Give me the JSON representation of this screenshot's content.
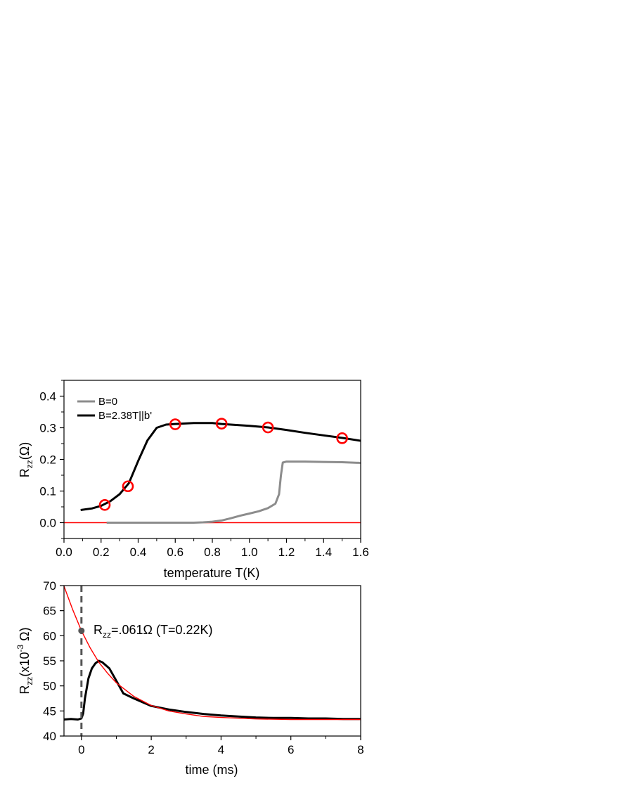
{
  "chart_data": [
    {
      "type": "line",
      "xlabel": "temperature T(K)",
      "ylabel": "R",
      "ylabel_sub": "zz",
      "ylabel_unit": "(Ω)",
      "xlim": [
        0.0,
        1.6
      ],
      "ylim": [
        -0.05,
        0.45
      ],
      "xticks": [
        "0.0",
        "0.2",
        "0.4",
        "0.6",
        "0.8",
        "1.0",
        "1.2",
        "1.4",
        "1.6"
      ],
      "yticks": [
        "0.0",
        "0.1",
        "0.2",
        "0.3",
        "0.4"
      ],
      "grid": false,
      "legend_position": "top-left",
      "colors": {
        "zero_field": "#8c8c8c",
        "high_field": "#000000",
        "baseline": "#ff0000",
        "markers": "#ff0000"
      },
      "series": [
        {
          "name": "B=0",
          "x": [
            0.23,
            0.3,
            0.4,
            0.5,
            0.6,
            0.7,
            0.75,
            0.8,
            0.85,
            0.9,
            0.95,
            1.0,
            1.05,
            1.1,
            1.14,
            1.16,
            1.17,
            1.18,
            1.2,
            1.25,
            1.3,
            1.4,
            1.5,
            1.6
          ],
          "y": [
            0.0,
            0.0,
            0.0,
            0.0,
            0.0,
            0.0,
            0.001,
            0.003,
            0.007,
            0.014,
            0.022,
            0.029,
            0.036,
            0.046,
            0.06,
            0.09,
            0.15,
            0.19,
            0.193,
            0.193,
            0.193,
            0.192,
            0.191,
            0.189
          ]
        },
        {
          "name": "B=2.38T||b'",
          "x": [
            0.09,
            0.15,
            0.2,
            0.25,
            0.3,
            0.35,
            0.4,
            0.45,
            0.5,
            0.55,
            0.6,
            0.7,
            0.8,
            0.85,
            0.9,
            1.0,
            1.1,
            1.2,
            1.3,
            1.4,
            1.5,
            1.6
          ],
          "y": [
            0.04,
            0.045,
            0.053,
            0.068,
            0.09,
            0.125,
            0.195,
            0.26,
            0.3,
            0.31,
            0.312,
            0.315,
            0.315,
            0.312,
            0.31,
            0.306,
            0.301,
            0.293,
            0.284,
            0.276,
            0.268,
            0.259
          ]
        }
      ],
      "markers": {
        "x": [
          0.22,
          0.345,
          0.6,
          0.85,
          1.1,
          1.5
        ],
        "y": [
          0.056,
          0.115,
          0.311,
          0.313,
          0.301,
          0.267
        ]
      },
      "baseline_y": 0.0
    },
    {
      "type": "line",
      "xlabel": "time (ms)",
      "ylabel": "R",
      "ylabel_sub": "zz",
      "ylabel_unit_pre": "(x10",
      "ylabel_exp": "-3",
      "ylabel_unit_post": " Ω)",
      "xlim": [
        -0.5,
        8.0
      ],
      "ylim": [
        40,
        70
      ],
      "xticks": [
        "0",
        "2",
        "4",
        "6",
        "8"
      ],
      "yticks": [
        "40",
        "45",
        "50",
        "55",
        "60",
        "65",
        "70"
      ],
      "grid": false,
      "colors": {
        "data": "#000000",
        "fit": "#ff0000",
        "marker": "#555555",
        "dashed_line": "#555555"
      },
      "series": [
        {
          "name": "",
          "x": [
            -0.5,
            -0.3,
            -0.1,
            0.0,
            0.05,
            0.1,
            0.2,
            0.3,
            0.4,
            0.5,
            0.6,
            0.8,
            1.0,
            1.2,
            1.5,
            2.0,
            2.5,
            3.0,
            3.5,
            4.0,
            4.5,
            5.0,
            5.5,
            6.0,
            6.5,
            7.0,
            7.5,
            8.0
          ],
          "y": [
            43.3,
            43.4,
            43.3,
            43.5,
            44.5,
            47.5,
            51.5,
            53.5,
            54.5,
            55.0,
            54.7,
            53.5,
            51.0,
            48.5,
            47.5,
            46.0,
            45.3,
            44.8,
            44.4,
            44.1,
            43.9,
            43.7,
            43.6,
            43.6,
            43.5,
            43.5,
            43.4,
            43.4
          ]
        }
      ],
      "fit": {
        "name": "",
        "model": "exponential decay",
        "x": [
          -0.5,
          -0.25,
          0.0,
          0.25,
          0.5,
          0.75,
          1.0,
          1.5,
          2.0,
          2.5,
          3.0,
          3.5,
          4.0,
          5.0,
          6.0,
          7.0,
          8.0
        ],
        "y": [
          69.9,
          65.2,
          61.0,
          57.6,
          54.7,
          52.5,
          50.6,
          47.9,
          46.1,
          45.0,
          44.4,
          43.9,
          43.7,
          43.4,
          43.3,
          43.3,
          43.3
        ]
      },
      "vertical_marker_x": 0.0,
      "point": {
        "x": 0.0,
        "y": 61.0
      },
      "annotation": {
        "r_symbol": "R",
        "r_sub": "zz",
        "text": "=.061Ω (T=0.22K)"
      }
    }
  ]
}
